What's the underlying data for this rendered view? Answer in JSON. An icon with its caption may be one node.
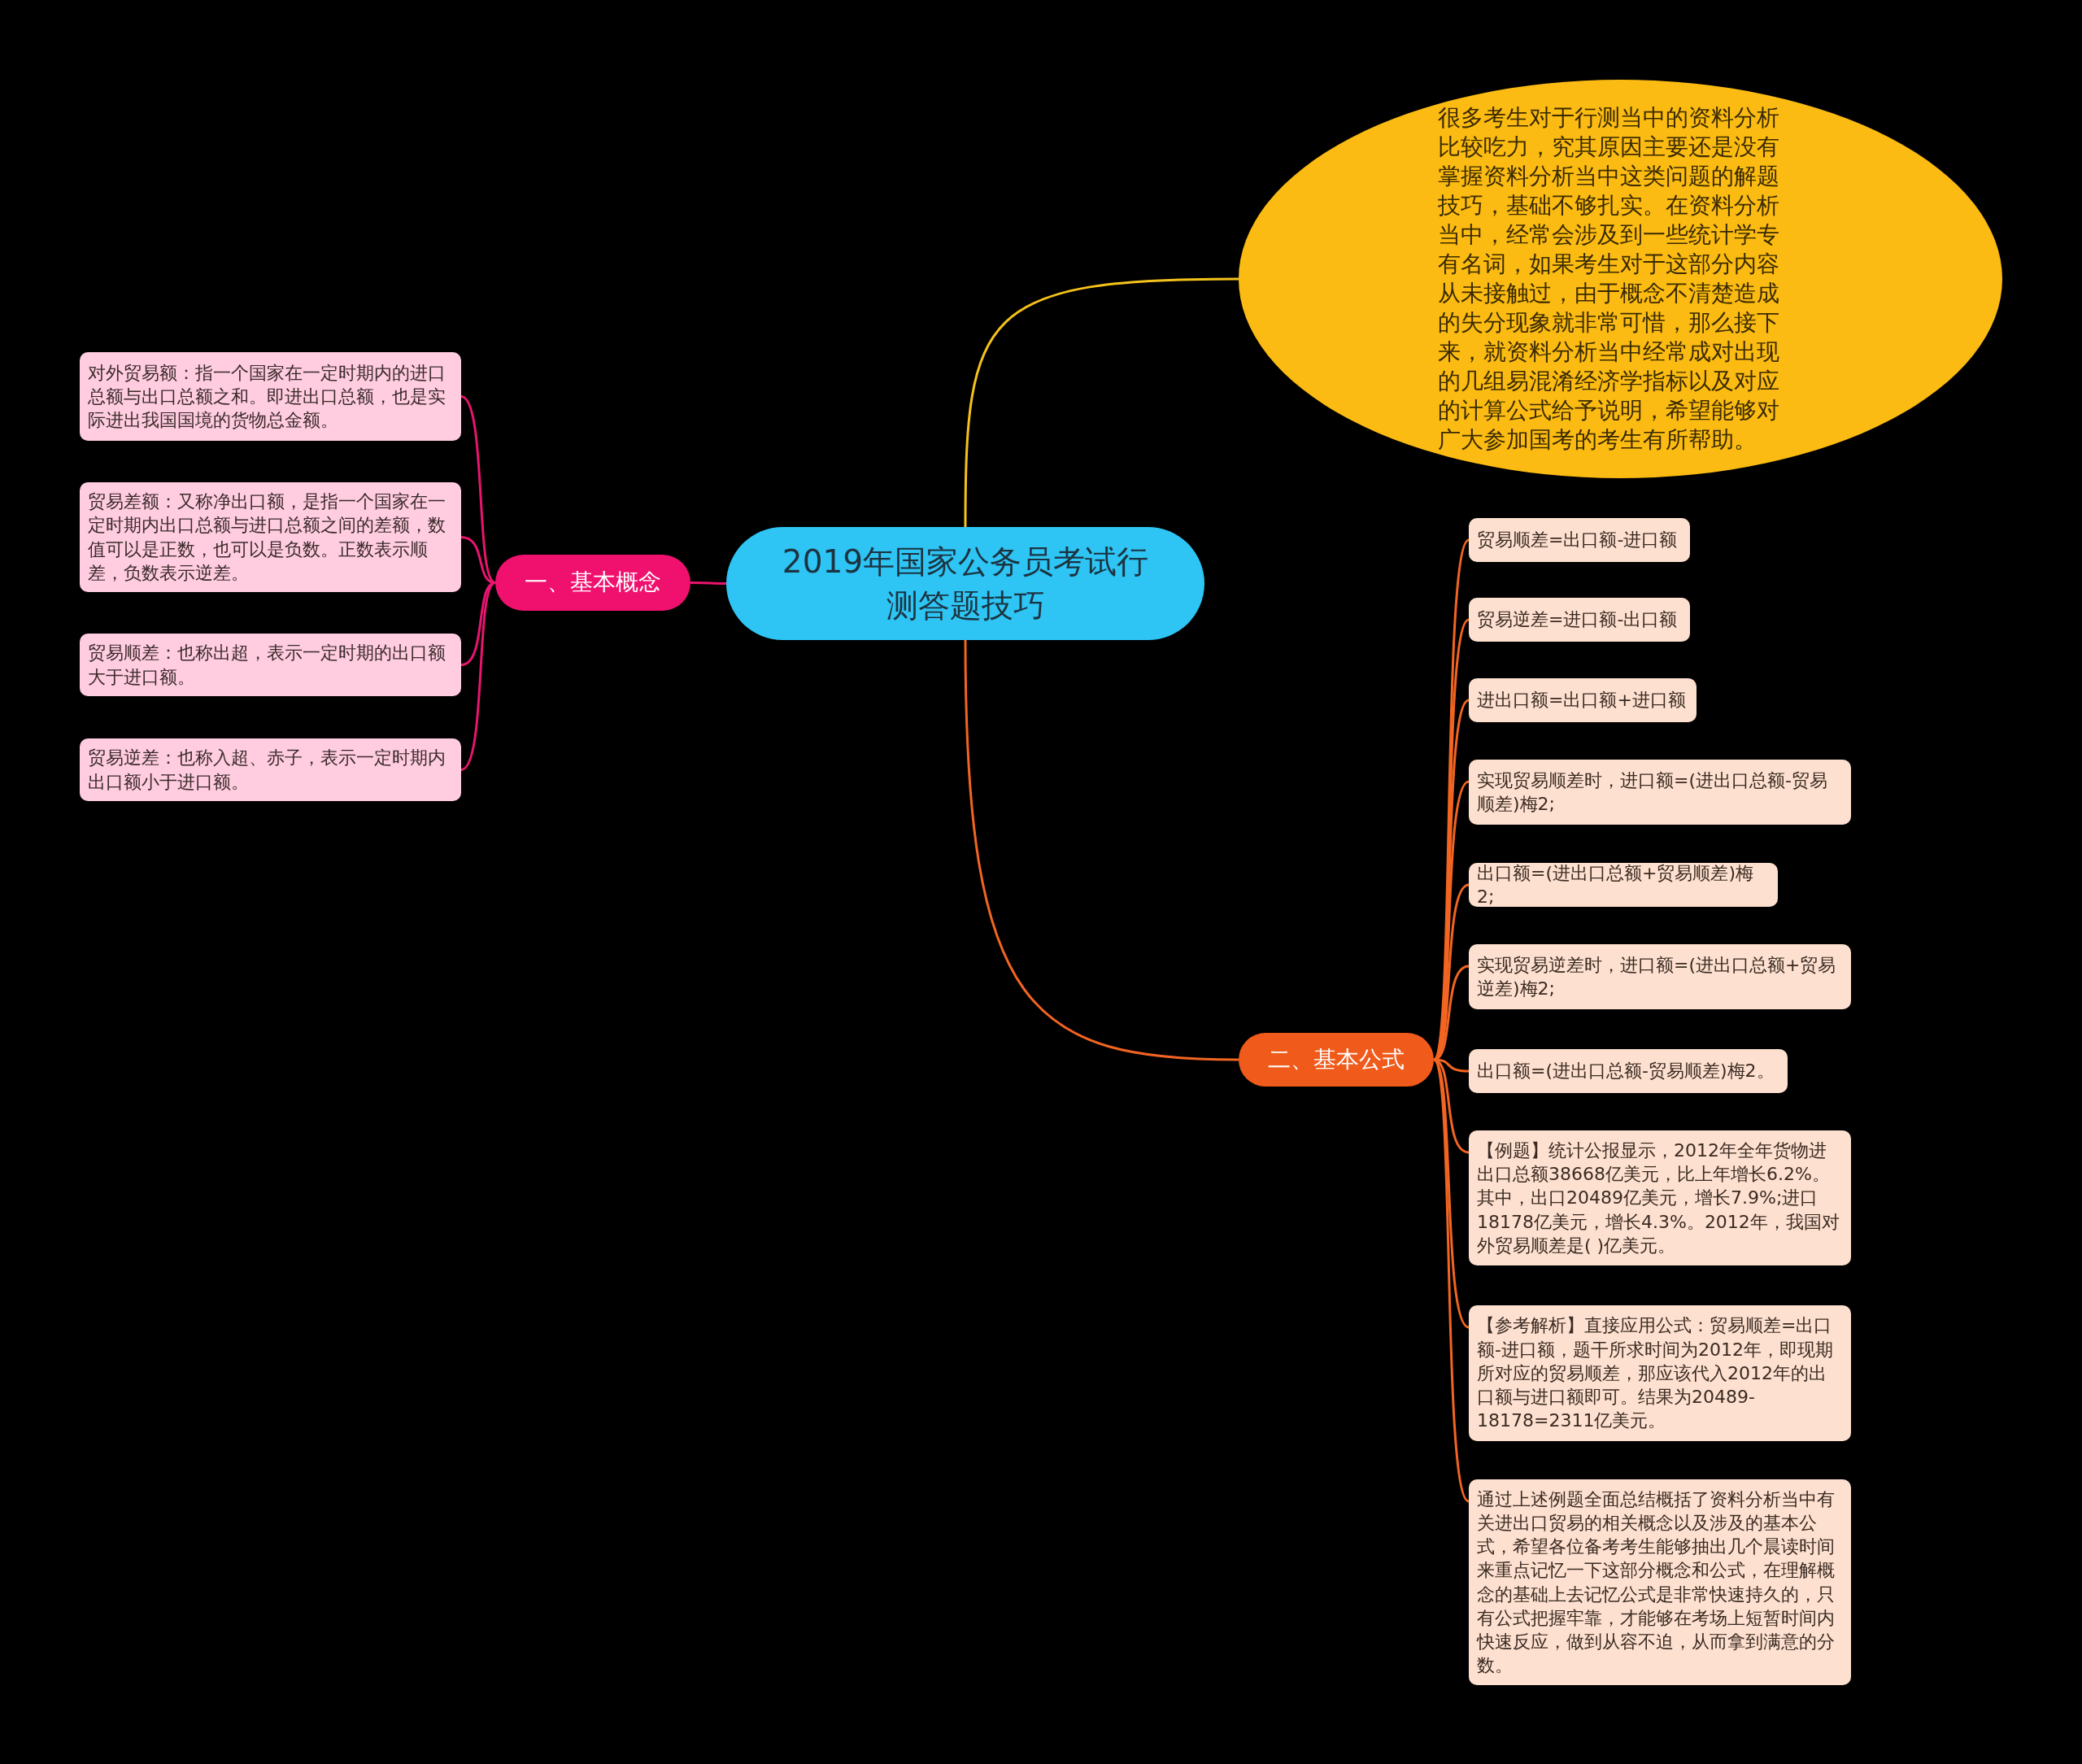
{
  "diagram": {
    "nodes": [
      {
        "text": [
          "2019年国家公务员考试行测答题技巧"
        ]
      },
      {
        "text": [
          "很多考生对于行测当中的资料分析比较吃力，究其原因主要还是没有掌握资料分析当中这类问题的解题技巧，基础不够扎实。在资料分析当中，经常会涉及到一些统计学专有名词，如果考生对于这部分内容从未接触过，由于概念不清楚造成的失分现象就非常可惜，那么接下来，就资料分析当中经常成对出现的几组易混淆经济学指标以及对应的计算公式给予说明，希望能够对广大参加国考的考生有所帮助。"
        ]
      },
      {
        "text": [
          "一、基本概念"
        ]
      },
      {
        "text": [
          "对外贸易额：指一个国家在一定时期内的进口总额与出口总额之和。即进出口总额，也是实际进出我国国境的货物总金额。"
        ]
      },
      {
        "text": [
          "贸易差额：又称净出口额，是指一个国家在一定时期内出口总额与进口总额之间的差额，数值可以是正数，也可以是负数。正数表示顺差，负数表示逆差。"
        ]
      },
      {
        "text": [
          "贸易顺差：也称出超，表示一定时期的出口额大于进口额。"
        ]
      },
      {
        "text": [
          "贸易逆差：也称入超、赤子，表示一定时期内出口额小于进口额。"
        ]
      },
      {
        "text": [
          "二、基本公式"
        ]
      },
      {
        "text": [
          "贸易顺差=出口额-进口额"
        ]
      },
      {
        "text": [
          "贸易逆差=进口额-出口额"
        ]
      },
      {
        "text": [
          "进出口额=出口额+进口额"
        ]
      },
      {
        "text": [
          "实现贸易顺差时，进口额=(进出口总额-贸易顺差)梅2;"
        ]
      },
      {
        "text": [
          "出口额=(进出口总额+贸易顺差)梅2;"
        ]
      },
      {
        "text": [
          "实现贸易逆差时，进口额=(进出口总额+贸易逆差)梅2;"
        ]
      },
      {
        "text": [
          "出口额=(进出口总额-贸易顺差)梅2。"
        ]
      },
      {
        "text": [
          "【例题】统计公报显示，2012年全年货物进出口总额38668亿美元，比上年增长6.2%。其中，出口20489亿美元，增长7.9%;进口18178亿美元，增长4.3%。2012年，我国对外贸易顺差是( )亿美元。"
        ]
      },
      {
        "text": [
          "【参考解析】直接应用公式：贸易顺差=出口额-进口额，题干所求时间为2012年，即现期所对应的贸易顺差，那应该代入2012年的出口额与进口额即可。结果为20489-18178=2311亿美元。"
        ]
      },
      {
        "text": [
          "通过上述例题全面总结概括了资料分析当中有关进出口贸易的相关概念以及涉及的基本公式，希望各位备考考生能够抽出几个晨读时间来重点记忆一下这部分概念和公式，在理解概念的基础上去记忆公式是非常快速持久的，只有公式把握牢靠，才能够在考场上短暂时间内快速反应，做到从容不迫，从而拿到满意的分数。"
        ]
      }
    ],
    "edges": [
      {
        "from": 0,
        "to": 1,
        "arrow": "none",
        "color": "#f5c21b"
      },
      {
        "from": 0,
        "to": 2,
        "arrow": "none",
        "color": "#e8156e"
      },
      {
        "from": 0,
        "to": 7,
        "arrow": "none"
      },
      {
        "from": 2,
        "to": 3,
        "arrow": "none",
        "color": "#e8156e"
      },
      {
        "from": 2,
        "to": 4,
        "arrow": "none",
        "color": "#e8156e"
      },
      {
        "from": 2,
        "to": 5,
        "arrow": "none",
        "color": "#e8156e"
      },
      {
        "from": 2,
        "to": 6,
        "arrow": "none",
        "color": "#e8156e"
      },
      {
        "from": 7,
        "to": 8,
        "arrow": "none"
      },
      {
        "from": 7,
        "to": 9,
        "arrow": "none"
      },
      {
        "from": 7,
        "to": 10,
        "arrow": "none"
      },
      {
        "from": 7,
        "to": 11,
        "arrow": "none"
      },
      {
        "from": 7,
        "to": 12,
        "arrow": "none"
      },
      {
        "from": 7,
        "to": 13,
        "arrow": "none"
      },
      {
        "from": 7,
        "to": 14,
        "arrow": "none"
      },
      {
        "from": 7,
        "to": 15,
        "arrow": "none"
      },
      {
        "from": 7,
        "to": 16,
        "arrow": "none"
      },
      {
        "from": 7,
        "to": 17,
        "arrow": "none"
      }
    ]
  }
}
